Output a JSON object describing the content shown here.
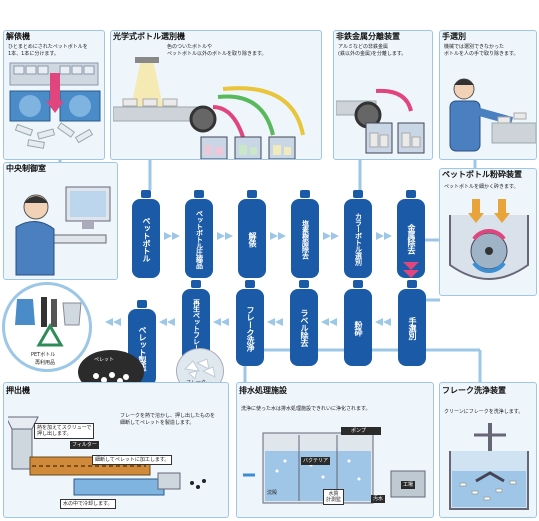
{
  "panels": {
    "bale_breaker": {
      "title": "解俵機",
      "desc": "ひとまとめにされたペットボトルを\n1本、1本に分けます。"
    },
    "optical_sorter": {
      "title": "光学式ボトル選別機",
      "desc": "色のついたボトルや\nペットボトル以外のボトルを取り除きます。"
    },
    "nonferrous_separator": {
      "title": "非鉄金属分離装置",
      "desc": "アルミなどの非鉄金属\n(鉄以外の金属)を分離します。"
    },
    "hand_sorting": {
      "title": "手選別",
      "desc": "機械では選別できなかった\nボトルを人の手で取り除きます。"
    },
    "control_room": {
      "title": "中央制御室"
    },
    "crusher": {
      "title": "ペットボトル粉砕装置",
      "desc": "ペットボトルを細かく砕きます。"
    },
    "extruder": {
      "title": "押出機",
      "desc": "フレークを熱で溶かし、押し出したものを\n細断してペレットを製造します。"
    },
    "wastewater": {
      "title": "排水処理施設",
      "desc": "洗浄に使った水は排水処理施設できれいに浄化されます。"
    },
    "flake_washer": {
      "title": "フレーク洗浄装置",
      "desc": "クリーンにフレークを洗浄します。"
    }
  },
  "flow_row1": [
    "ペットボトル",
    "ペットボトル圧縮品",
    "解俵",
    "塩素樹脂除去",
    "カラーボトル選別",
    "金属除去"
  ],
  "flow_row2": [
    "ペレット製造",
    "再生ペットフレーク",
    "フレーク洗浄",
    "ラベル除去",
    "粉砕",
    "手選別"
  ],
  "labels": {
    "pellet": "ペレット",
    "flake": "フレーク",
    "pet_mark_line1": "PETボトル",
    "pet_mark_line2": "再利用品"
  },
  "extruder_tags": {
    "heat": "熱を加えてスクリューで\n押し出します。",
    "filter": "フィルター",
    "cut": "細断してペレットに加工します。",
    "cool": "水の中で冷却します。"
  },
  "wastewater_tags": {
    "pump": "ポンプ",
    "bacteria": "バクテリア",
    "sediment": "沈殿",
    "treated_water": "水質\n計測監",
    "sewage": "汚水",
    "factory": "工場"
  },
  "colors": {
    "bottle": "#1a5aa6",
    "panel_bg": "#eef6fc",
    "panel_border": "#9cc7e6",
    "flow_line": "#9cc7e6",
    "arrow_pink": "#e0457e"
  }
}
